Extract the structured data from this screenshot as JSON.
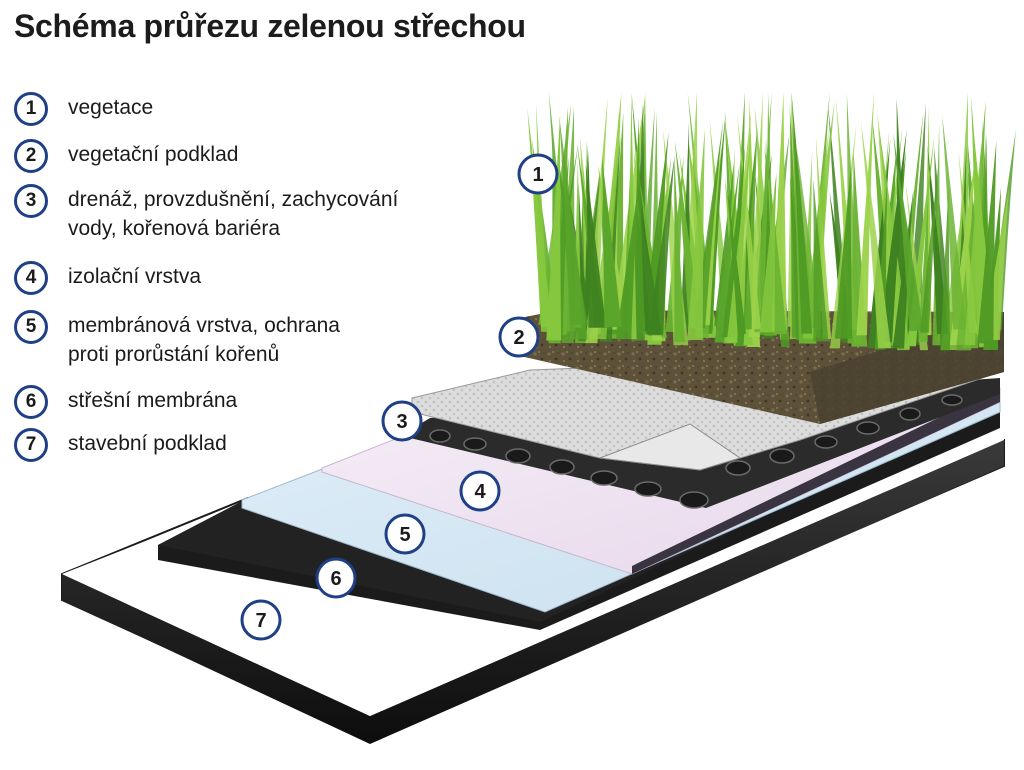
{
  "title": "Schéma průřezu zelenou střechou",
  "legend": [
    {
      "number": "1",
      "lines": [
        "vegetace"
      ]
    },
    {
      "number": "2",
      "lines": [
        "vegetační podklad"
      ]
    },
    {
      "number": "3",
      "lines": [
        "drenáž, provzdušnění, zachycování",
        "vody, kořenová bariéra"
      ]
    },
    {
      "number": "4",
      "lines": [
        "izolační vrstva"
      ]
    },
    {
      "number": "5",
      "lines": [
        "membránová vrstva, ochrana",
        "proti prorůstání kořenů"
      ]
    },
    {
      "number": "6",
      "lines": [
        "střešní membrána"
      ]
    },
    {
      "number": "7",
      "lines": [
        "stavební podklad"
      ]
    }
  ],
  "callouts": [
    "1",
    "2",
    "3",
    "4",
    "5",
    "6",
    "7"
  ],
  "colors": {
    "badge_border": "#1f3f86",
    "grass": "#58a62a",
    "substrate": "#5b5038",
    "drainage": "#d9d9d9",
    "insulation": "#efe4f1",
    "membrane_layer": "#d4e6f3",
    "roof_membrane": "#161616",
    "base": "#ffffff"
  }
}
